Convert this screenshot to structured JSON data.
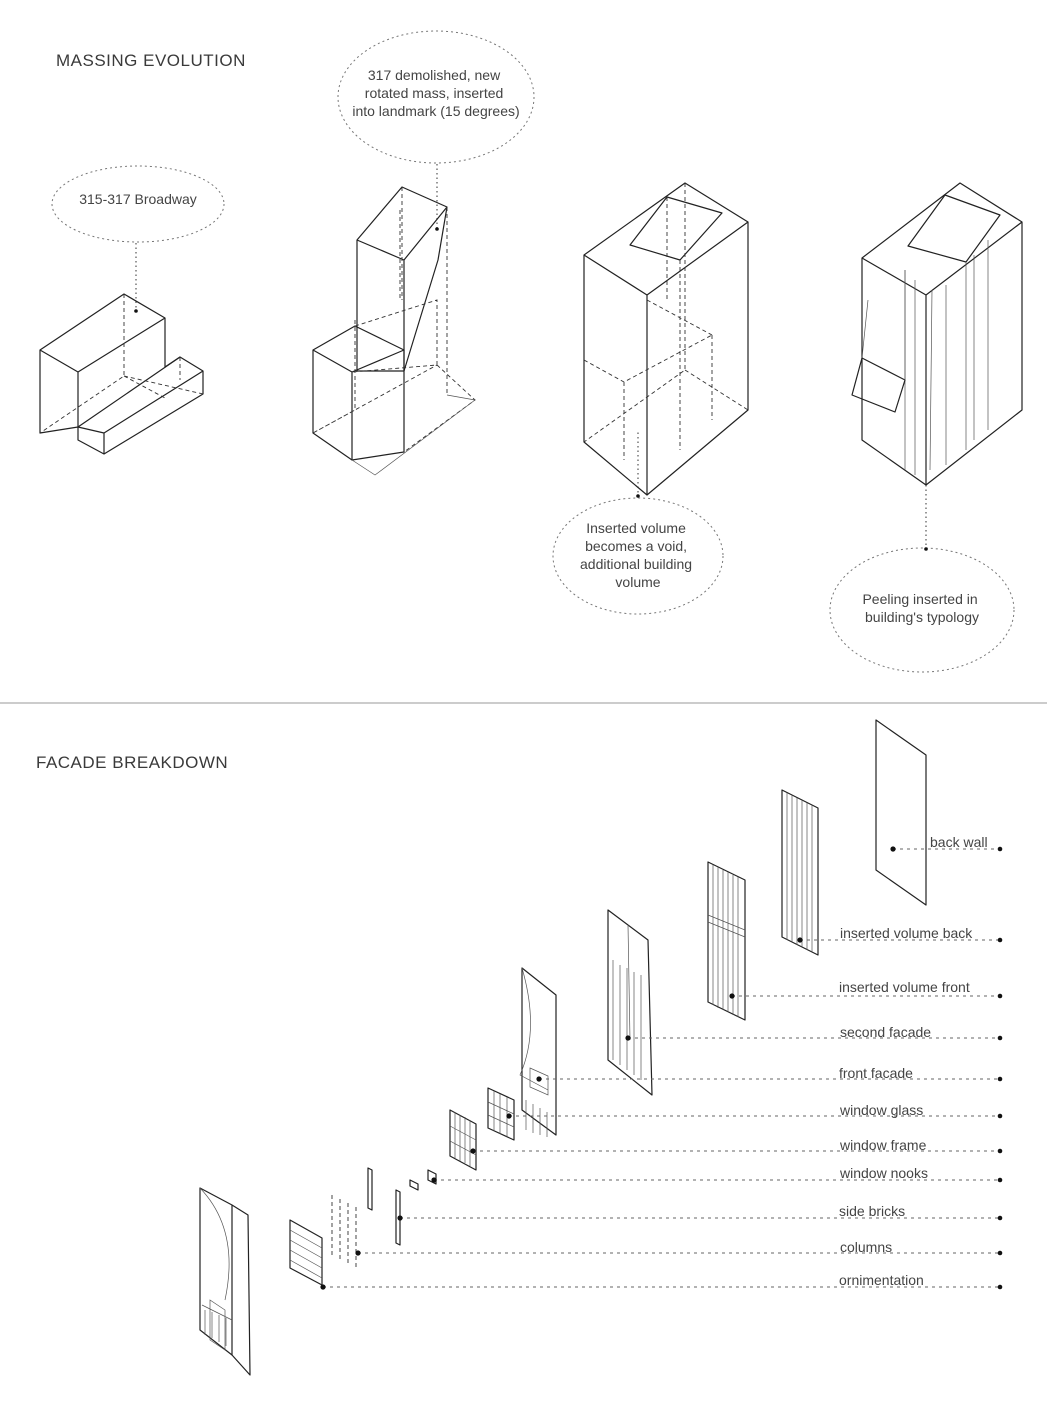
{
  "sections": {
    "massing_title": "MASSING EVOLUTION",
    "facade_title": "FACADE BREAKDOWN"
  },
  "massing": {
    "bubbles": [
      {
        "lines": [
          "315-317 Broadway"
        ]
      },
      {
        "lines": [
          "317 demolished, new",
          "rotated mass, inserted",
          "into landmark (15 degrees)"
        ]
      },
      {
        "lines": [
          "Inserted volume",
          "becomes a void,",
          "additional building",
          "volume"
        ]
      },
      {
        "lines": [
          "Peeling inserted  in",
          "building's typology"
        ]
      }
    ]
  },
  "facade": {
    "layers": [
      "back wall",
      "inserted volume back",
      "inserted volume front",
      "second facade",
      "front facade",
      "window glass",
      "window frame",
      "window nooks",
      "side bricks",
      "columns",
      "ornimentation"
    ]
  }
}
